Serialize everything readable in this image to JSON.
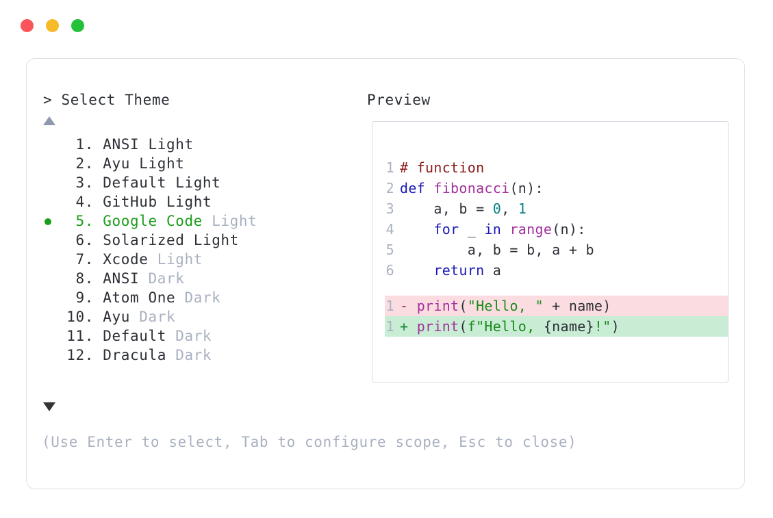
{
  "window": {
    "controls": [
      {
        "name": "close",
        "color": "#f9555a"
      },
      {
        "name": "minimize",
        "color": "#f7bb2a"
      },
      {
        "name": "maximize",
        "color": "#23c03a"
      }
    ]
  },
  "left_panel": {
    "prompt": "> Select Theme",
    "scroll_up_glyph": "▲",
    "scroll_down_glyph": "▼",
    "selected_index": 5,
    "selected_color": "#1a9d1a",
    "muted_color": "#a9b1c1",
    "items": [
      {
        "num": "1.",
        "name": "ANSI",
        "suffix": "Light",
        "suffix_muted": false,
        "selected": false
      },
      {
        "num": "2.",
        "name": "Ayu",
        "suffix": "Light",
        "suffix_muted": false,
        "selected": false
      },
      {
        "num": "3.",
        "name": "Default",
        "suffix": "Light",
        "suffix_muted": false,
        "selected": false
      },
      {
        "num": "4.",
        "name": "GitHub",
        "suffix": "Light",
        "suffix_muted": false,
        "selected": false
      },
      {
        "num": "5.",
        "name": "Google Code",
        "suffix": "Light",
        "suffix_muted": true,
        "selected": true
      },
      {
        "num": "6.",
        "name": "Solarized",
        "suffix": "Light",
        "suffix_muted": false,
        "selected": false
      },
      {
        "num": "7.",
        "name": "Xcode",
        "suffix": "Light",
        "suffix_muted": true,
        "selected": false
      },
      {
        "num": "8.",
        "name": "ANSI",
        "suffix": "Dark",
        "suffix_muted": true,
        "selected": false
      },
      {
        "num": "9.",
        "name": "Atom One",
        "suffix": "Dark",
        "suffix_muted": true,
        "selected": false
      },
      {
        "num": "10.",
        "name": "Ayu",
        "suffix": "Dark",
        "suffix_muted": true,
        "selected": false
      },
      {
        "num": "11.",
        "name": "Default",
        "suffix": "Dark",
        "suffix_muted": true,
        "selected": false
      },
      {
        "num": "12.",
        "name": "Dracula",
        "suffix": "Dark",
        "suffix_muted": true,
        "selected": false
      }
    ],
    "hint": "(Use Enter to select, Tab to configure scope, Esc to close)"
  },
  "right_panel": {
    "label": "Preview",
    "code_lines": [
      {
        "ln": "1",
        "tokens": [
          {
            "t": "# function",
            "c": "comment"
          }
        ]
      },
      {
        "ln": "2",
        "tokens": [
          {
            "t": "def ",
            "c": "kw"
          },
          {
            "t": "fibonacci",
            "c": "fn"
          },
          {
            "t": "(n):",
            "c": "plain"
          }
        ]
      },
      {
        "ln": "3",
        "tokens": [
          {
            "t": "    a, b = ",
            "c": "plain"
          },
          {
            "t": "0",
            "c": "num"
          },
          {
            "t": ", ",
            "c": "plain"
          },
          {
            "t": "1",
            "c": "num"
          }
        ]
      },
      {
        "ln": "4",
        "tokens": [
          {
            "t": "    ",
            "c": "plain"
          },
          {
            "t": "for",
            "c": "kw"
          },
          {
            "t": " _ ",
            "c": "plain"
          },
          {
            "t": "in",
            "c": "kw"
          },
          {
            "t": " ",
            "c": "plain"
          },
          {
            "t": "range",
            "c": "fn"
          },
          {
            "t": "(n):",
            "c": "plain"
          }
        ]
      },
      {
        "ln": "5",
        "tokens": [
          {
            "t": "        a, b = b, a + b",
            "c": "plain"
          }
        ]
      },
      {
        "ln": "6",
        "tokens": [
          {
            "t": "    ",
            "c": "plain"
          },
          {
            "t": "return",
            "c": "kw"
          },
          {
            "t": " a",
            "c": "plain"
          }
        ]
      }
    ],
    "diff_lines": [
      {
        "ln": "1",
        "kind": "del",
        "marker": "-",
        "tokens": [
          {
            "t": "print",
            "c": "fn"
          },
          {
            "t": "(",
            "c": "plain"
          },
          {
            "t": "\"Hello, \"",
            "c": "str"
          },
          {
            "t": " + name)",
            "c": "plain"
          }
        ]
      },
      {
        "ln": "1",
        "kind": "add",
        "marker": "+",
        "tokens": [
          {
            "t": "print",
            "c": "fn"
          },
          {
            "t": "(",
            "c": "plain"
          },
          {
            "t": "f\"Hello, ",
            "c": "str"
          },
          {
            "t": "{name}",
            "c": "plain"
          },
          {
            "t": "!\"",
            "c": "str"
          },
          {
            "t": ")",
            "c": "plain"
          }
        ]
      }
    ],
    "syntax_colors": {
      "comment": "#8b1a1a",
      "keyword": "#1a1ab4",
      "function": "#a2309b",
      "number": "#068080",
      "string": "#1a8a1a",
      "plain": "#2c2f36",
      "line_number": "#a9b1c1",
      "diff_del_bg": "#fbdde1",
      "diff_add_bg": "#c8ecd4"
    }
  }
}
